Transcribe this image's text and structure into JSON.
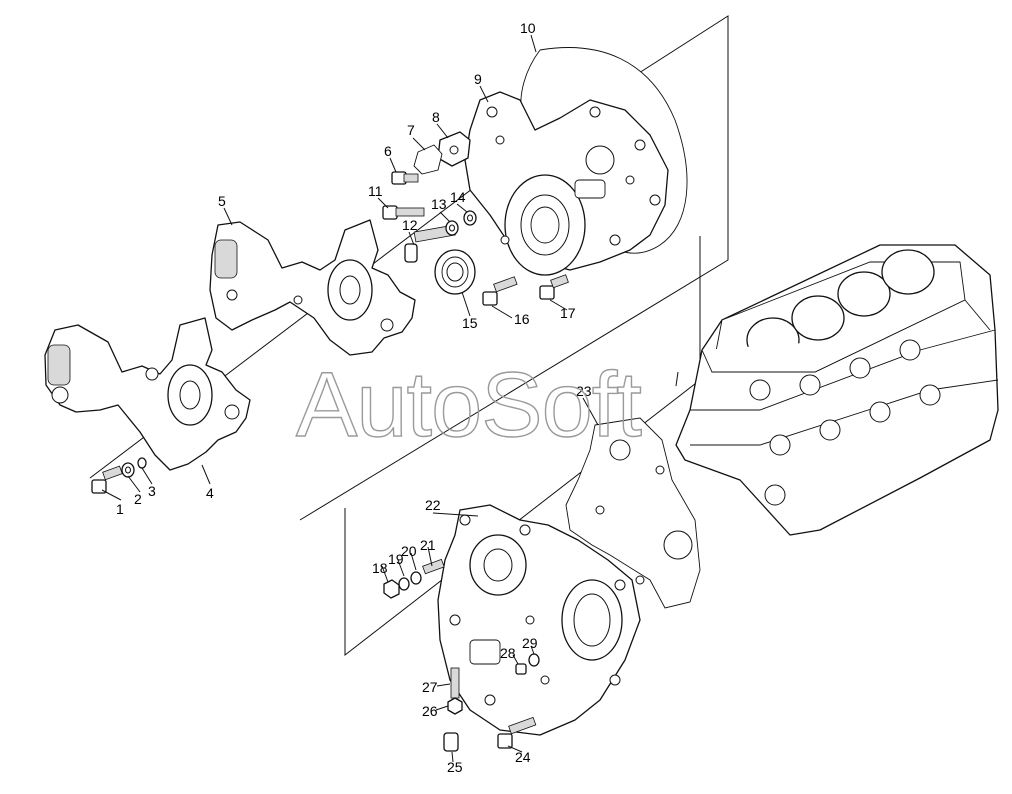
{
  "watermark": "AutoSoft",
  "callouts": [
    {
      "id": "c1",
      "text": "1"
    },
    {
      "id": "c2",
      "text": "2"
    },
    {
      "id": "c3",
      "text": "3"
    },
    {
      "id": "c4",
      "text": "4"
    },
    {
      "id": "c5",
      "text": "5"
    },
    {
      "id": "c6",
      "text": "6"
    },
    {
      "id": "c7",
      "text": "7"
    },
    {
      "id": "c8",
      "text": "8"
    },
    {
      "id": "c9",
      "text": "9"
    },
    {
      "id": "c10",
      "text": "10"
    },
    {
      "id": "c11",
      "text": "11"
    },
    {
      "id": "c12",
      "text": "12"
    },
    {
      "id": "c13",
      "text": "13"
    },
    {
      "id": "c14",
      "text": "14"
    },
    {
      "id": "c15",
      "text": "15"
    },
    {
      "id": "c16",
      "text": "16"
    },
    {
      "id": "c17",
      "text": "17"
    },
    {
      "id": "c18",
      "text": "18"
    },
    {
      "id": "c19",
      "text": "19"
    },
    {
      "id": "c20",
      "text": "20"
    },
    {
      "id": "c21",
      "text": "21"
    },
    {
      "id": "c22",
      "text": "22"
    },
    {
      "id": "c23",
      "text": "23"
    },
    {
      "id": "c24",
      "text": "24"
    },
    {
      "id": "c25",
      "text": "25"
    },
    {
      "id": "c26",
      "text": "26"
    },
    {
      "id": "c27",
      "text": "27"
    },
    {
      "id": "c28",
      "text": "28"
    },
    {
      "id": "c29",
      "text": "29"
    }
  ]
}
